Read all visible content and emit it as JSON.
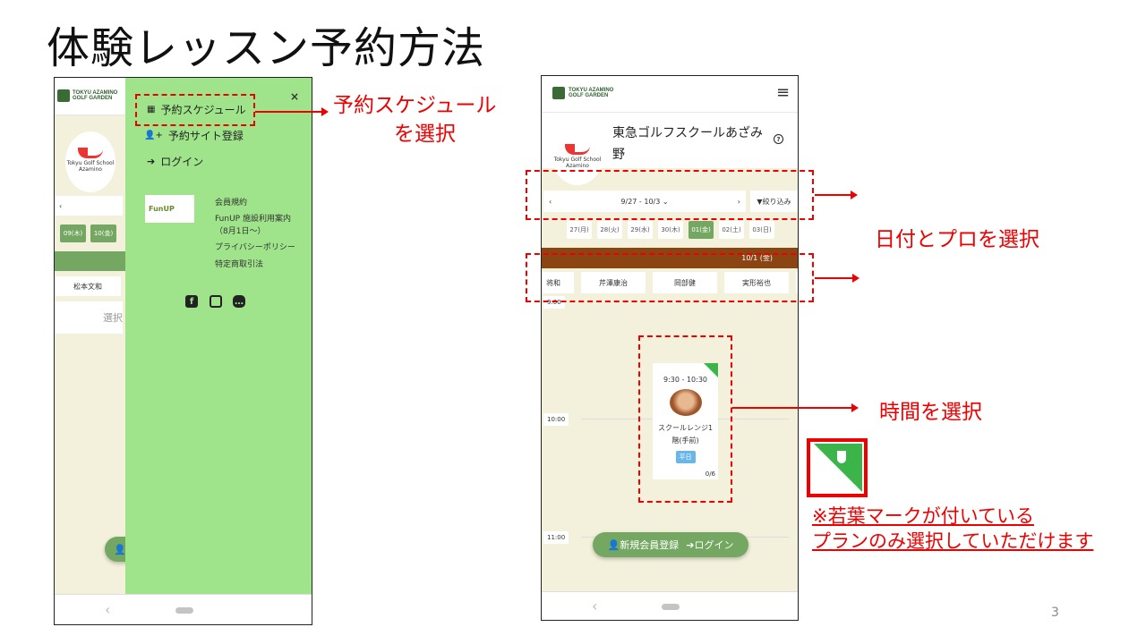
{
  "slide": {
    "title": "体験レッスン予約方法",
    "page_number": "3"
  },
  "left_phone": {
    "logo": [
      "TOKYU AZAMINO",
      "GOLF GARDEN"
    ],
    "school_logo_text": [
      "Tokyu Golf School",
      "Azamino"
    ],
    "prev": "‹",
    "dates": [
      "09(木)",
      "10(金)"
    ],
    "pro": "松本文和",
    "select_text": "選択",
    "drawer": {
      "close": "×",
      "items": [
        "予約スケジュール",
        "予約サイト登録",
        "ログイン"
      ],
      "funup_logo": "FunUP",
      "links": [
        "会員規約",
        "FunUP 施設利用案内",
        "（8月1日〜）",
        "プライバシーポリシー",
        "特定商取引法"
      ],
      "social": [
        "facebook",
        "instagram",
        "line"
      ]
    },
    "nav_back": "‹"
  },
  "right_phone": {
    "logo": [
      "TOKYU AZAMINO",
      "GOLF GARDEN"
    ],
    "menu": "≡",
    "school_name_line1": "東急ゴルフスクールあざみ",
    "school_name_line2": "野",
    "help": "?",
    "school_logo_text": [
      "Tokyu Golf School",
      "Azamino"
    ],
    "prev": "‹",
    "next": "›",
    "date_range": "9/27 - 10/3",
    "filter": "絞り込み",
    "dates": [
      "27(月)",
      "28(火)",
      "29(水)",
      "30(木)",
      "01(金)",
      "02(土)",
      "03(日)"
    ],
    "selected_date_index": 4,
    "day_header": "10/1 (金)",
    "pros": [
      "将和",
      "芹澤康治",
      "岡部健",
      "実形裕也"
    ],
    "times": [
      "9:00",
      "10:00",
      "11:00"
    ],
    "lesson": {
      "time": "9:30 - 10:30",
      "place_line1": "スクールレンジ1",
      "place_line2": "階(手前)",
      "badge": "平日",
      "capacity": "0/6"
    },
    "fab": {
      "register": "新規会員登録",
      "login": "ログイン"
    },
    "nav_back": "‹"
  },
  "annotations": {
    "schedule": [
      "予約スケジュール",
      "を選択"
    ],
    "date_pro": "日付とプロを選択",
    "time": "時間を選択",
    "note": [
      "※若葉マークが付いている",
      "プランのみ選択していただけます"
    ]
  },
  "colors": {
    "drawer": "#9fe48b",
    "accent": "#74a862",
    "day_bar": "#8b4513",
    "annotation": "#e00000"
  }
}
